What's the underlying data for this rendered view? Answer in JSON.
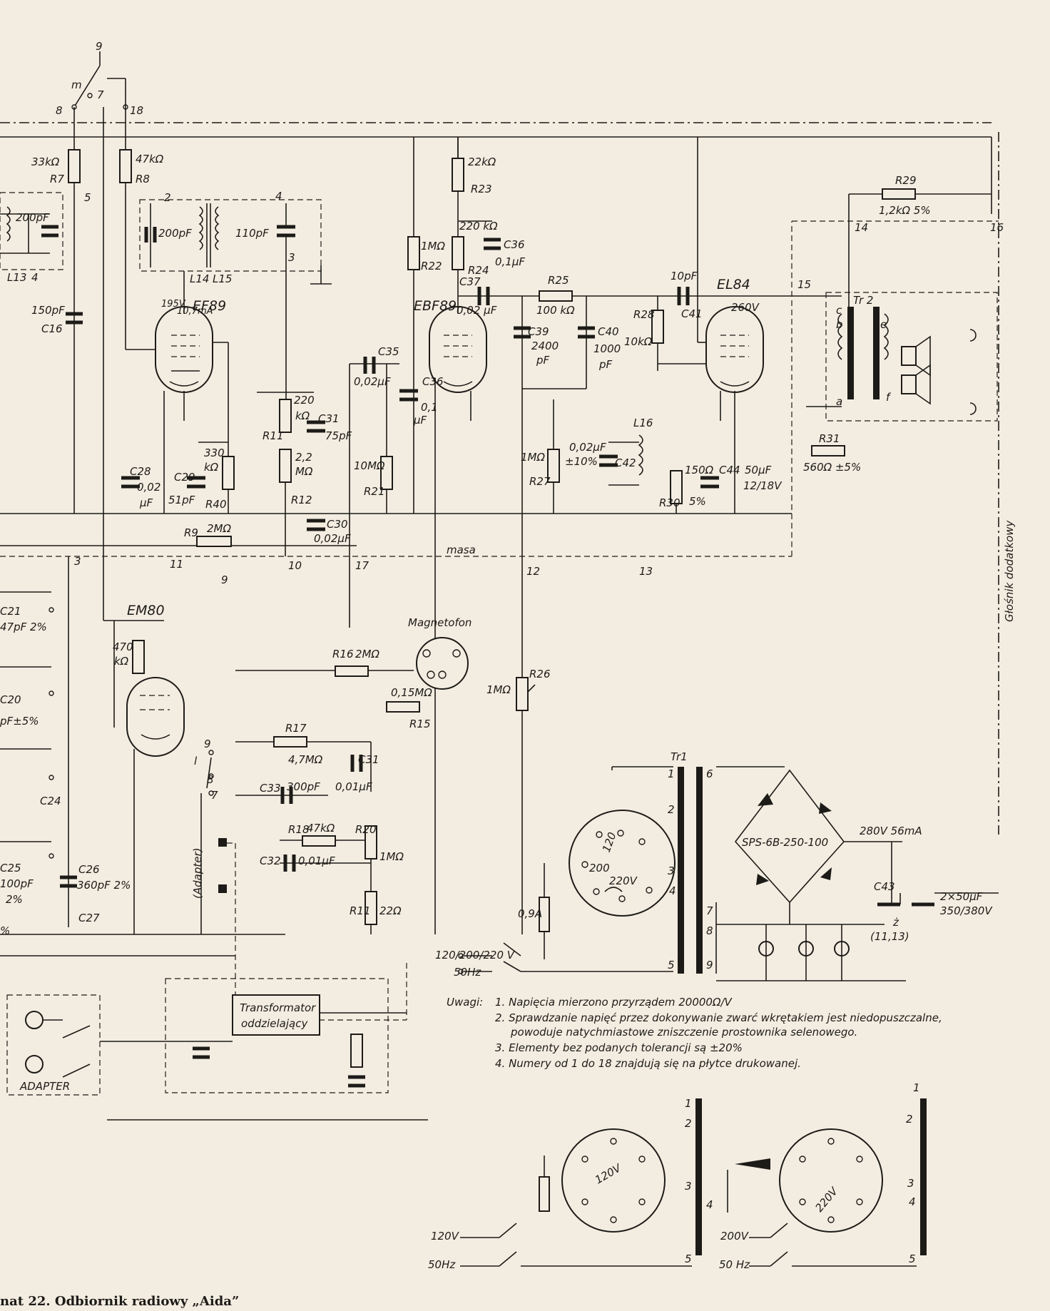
{
  "caption": "nat 22. Odbiornik radiowy „Aida”",
  "tubes": {
    "ef89": "EF89",
    "ebf89": "EBF89",
    "el84": "EL84",
    "em80": "EM80"
  },
  "voltages": {
    "ef89_anode": "195V",
    "ef89_current": "10,7mA",
    "el84_anode": "260V",
    "rectifier_out": "280V 56mA"
  },
  "components": {
    "r7_value": "33kΩ",
    "r7": "R7",
    "r8_value": "47kΩ",
    "r8": "R8",
    "c_200pf_left": "200pF",
    "l13": "L13",
    "c16_value": "150pF",
    "c16": "C16",
    "c_200pf_if": "200pF",
    "c_110pf": "110pF",
    "l14": "L14",
    "l15": "L15",
    "r23_value": "22kΩ",
    "r23": "R23",
    "r22_value": "1MΩ",
    "r22": "R22",
    "r24_value": "220 kΩ",
    "r24": "R24",
    "c36_top_value": "0,1μF",
    "c36_top": "C36",
    "c37": "C37",
    "c37_value": "0,02 μF",
    "r25": "R25",
    "r25_value": "100 kΩ",
    "c41_value": "10pF",
    "c41": "C41",
    "r28": "R28",
    "r28_value": "10kΩ",
    "c39": "C39",
    "c39_value": "2400",
    "c39_unit": "pF",
    "c40": "C40",
    "c40_value": "1000",
    "c40_unit": "pF",
    "r29": "R29",
    "r29_value": "1,2kΩ 5%",
    "c35": "C35",
    "c35_value": "0,02μF",
    "c36_low": "C36",
    "c36_low_value": "0,1",
    "c36_low_unit": "μF",
    "r11_top": "R11",
    "r11_top_value": "220",
    "r11_top_unit": "kΩ",
    "c31_top": "C31",
    "c31_top_value": "75pF",
    "r12_value": "2,2",
    "r12_unit": "MΩ",
    "r12": "R12",
    "r21_value": "10MΩ",
    "r21": "R21",
    "c28": "C28",
    "c28_value": "0,02",
    "c28_unit": "μF",
    "r40_value": "330",
    "r40_unit": "kΩ",
    "r40": "R40",
    "c29": "C29",
    "c29_value": "51pF",
    "r9": "R9",
    "r9_value": "2MΩ",
    "c30": "C30",
    "c30_value": "0,02μF",
    "r27_value": "1MΩ",
    "r27": "R27",
    "c42_value": "0,02μF",
    "c42_tol": "±10%",
    "c42": "C42",
    "l16": "L16",
    "r30_value": "150Ω",
    "r30_tol": "5%",
    "r30": "R30",
    "c44": "C44",
    "c44_value": "50μF",
    "c44_rating": "12/18V",
    "r31": "R31",
    "r31_value": "560Ω ±5%",
    "tr2": "Tr 2",
    "em80_r_value": "470",
    "em80_r_unit": "kΩ",
    "r16": "R16",
    "r16_value": "2MΩ",
    "r15_value": "0,15MΩ",
    "r15": "R15",
    "r26_value": "1MΩ",
    "r26": "R26",
    "r17": "R17",
    "r17_value": "4,7MΩ",
    "c31_low": "C31",
    "c31_low_value": "0,01μF",
    "c33": "C33",
    "c33_value": "300pF",
    "r18": "R18",
    "r18_value": "47kΩ",
    "r20": "R20",
    "r20_value": "1MΩ",
    "c32": "C32",
    "c32_value": "0,01μF",
    "r11_low": "R11",
    "r11_low_value": "22Ω",
    "fuse_value": "0,9A",
    "tr1": "Tr1",
    "rectifier": "SPS-6B-250-100",
    "c43": "C43",
    "c43_value": "2×50μF",
    "c43_rating": "350/380V",
    "c21": "C21",
    "c21_value": "47pF 2%",
    "c20": "C20",
    "c20_value": "pF±5%",
    "c24": "C24",
    "c25": "C25",
    "c25_value": "100pF",
    "c25_tol": "2%",
    "c26": "C26",
    "c26_value": "360pF 2%",
    "c27": "C27",
    "c_pct": "%"
  },
  "labels": {
    "masa": "masa",
    "magnetofon": "Magnetofon",
    "adapter_vertical": "(Adapter)",
    "adapter_box": "ADAPTER",
    "transformer_box_1": "Transformator",
    "transformer_box_2": "oddzielający",
    "extra_speaker": "Głośnik dodatkowy",
    "mains_sel": "120/200/220 V",
    "hz": "50Hz",
    "tr1_sel_120": "120",
    "tr1_sel_200": "200",
    "tr1_sel_220": "220V",
    "z_node": "ż",
    "z_ref": "(11,13)",
    "bot1_voltage": "120V",
    "bot1_sel": "120V",
    "bot1_hz": "50Hz",
    "bot2_voltage": "200V",
    "bot2_sel": "220V",
    "bot2_hz": "50 Hz",
    "tr2_c": "c",
    "tr2_b": "b",
    "tr2_a": "a",
    "tr2_e": "e",
    "tr2_f": "f",
    "sw_l": "l"
  },
  "nodes": {
    "n3": "3",
    "n4": "4",
    "n5": "5",
    "n7": "7",
    "n8": "8",
    "n9": "9",
    "m": "m",
    "n10": "10",
    "n11": "11",
    "n12": "12",
    "n13": "13",
    "n14": "14",
    "n15": "15",
    "n16": "16",
    "n17": "17",
    "n18": "18",
    "n2": "2",
    "n1": "1",
    "n6": "6"
  },
  "notes": {
    "heading": "Uwagi:",
    "items": [
      "1. Napięcia mierzono przyrządem 20000Ω/V",
      "2. Sprawdzanie napięć przez dokonywanie zwarć wkrętakiem jest niedopuszczalne,",
      "powoduje natychmiastowe zniszczenie prostownika selenowego.",
      "3. Elementy bez podanych tolerancji są ±20%",
      "4. Numery od 1 do 18 znajdują się na płytce drukowanej."
    ]
  }
}
